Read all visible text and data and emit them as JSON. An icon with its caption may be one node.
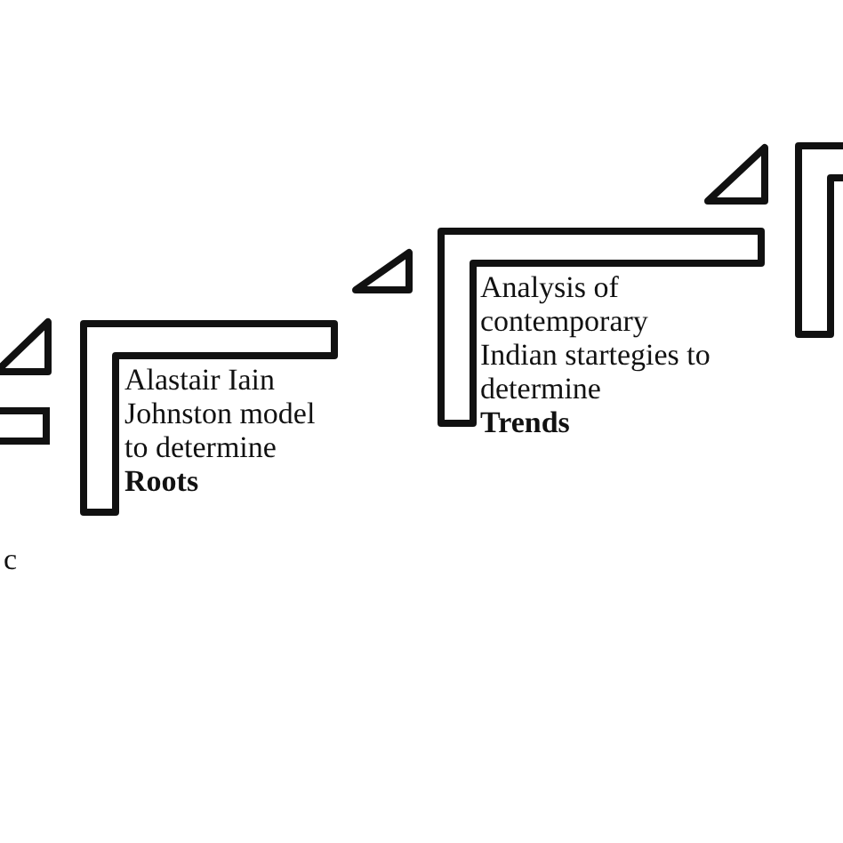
{
  "diagram": {
    "nodes": [
      {
        "text": [
          "Alastair Iain Johnston model to determine",
          "Roots"
        ]
      },
      {
        "text": [
          "Analysis of contemporary Indian startegies to determine",
          "Trends"
        ]
      },
      {
        "text": [],
        "shape": "box"
      }
    ],
    "labels": [
      "c"
    ]
  }
}
